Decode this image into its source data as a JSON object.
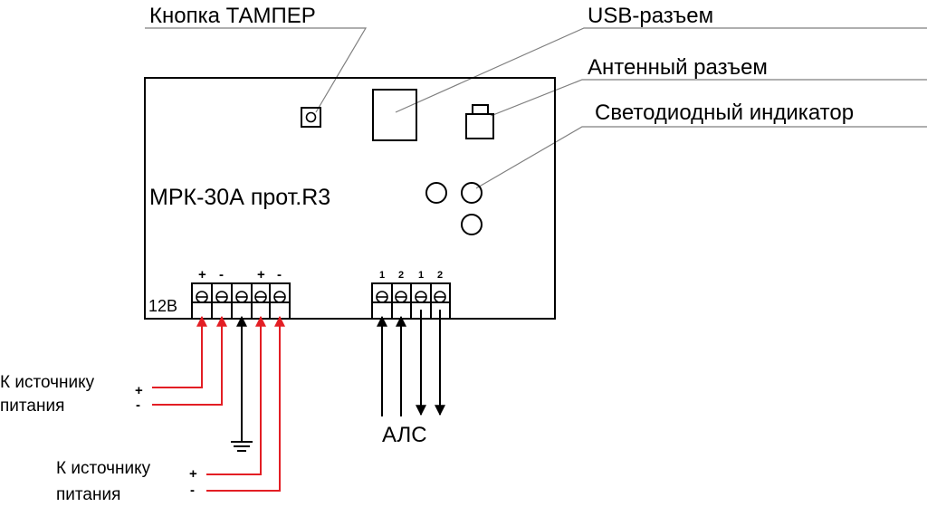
{
  "callouts": {
    "tamper_button": "Кнопка ТАМПЕР",
    "usb_connector": "USB-разъем",
    "antenna_connector": "Антенный разъем",
    "led_indicator": "Светодиодный индикатор"
  },
  "board": {
    "model": "МРК-30А  прот.R3",
    "power_label": "12В"
  },
  "terminals": {
    "power_left_signs": [
      "+",
      "-"
    ],
    "power_right_signs": [
      "+",
      "-"
    ],
    "als_pins": [
      "1",
      "2",
      "1",
      "2"
    ]
  },
  "wires": {
    "power1_label_line1": "К источнику",
    "power1_label_line2": "питания",
    "power2_label_line1": "К источнику",
    "power2_label_line2": "питания",
    "plus": "+",
    "minus": "-",
    "als_label": "АЛС"
  },
  "colors": {
    "power_wire": "#e31e24",
    "signal_wire": "#000000",
    "leader_line": "#7f7f7f"
  }
}
